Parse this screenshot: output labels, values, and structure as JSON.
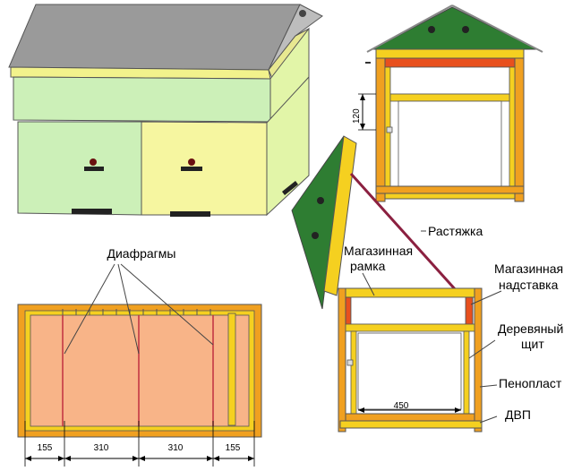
{
  "labels": {
    "diaphragms": "Диафрагмы",
    "stretch": "Растяжка",
    "shop_frame_line1": "Магазинная",
    "shop_frame_line2": "рамка",
    "shop_extension_line1": "Магазинная",
    "shop_extension_line2": "надставка",
    "wood_shield_line1": "Деревяный",
    "wood_shield_line2": "щит",
    "foam": "Пенопласт",
    "fiberboard": "ДВП"
  },
  "dimensions": {
    "height_120": "120",
    "width_450": "450",
    "bottom": [
      "155",
      "310",
      "310",
      "155"
    ]
  },
  "colors": {
    "roof_gray": "#9a9a9a",
    "yellow_band": "#f2f28c",
    "light_green": "#ccf0b8",
    "light_yellow": "#f6f6a0",
    "wood_orange": "#f0a020",
    "wood_yellow": "#f5d020",
    "dark_green": "#2e7d32",
    "red_orange": "#e8501e",
    "peach": "#f8b488",
    "frame_red": "#c03040",
    "stretch_rope": "#8b2040"
  }
}
